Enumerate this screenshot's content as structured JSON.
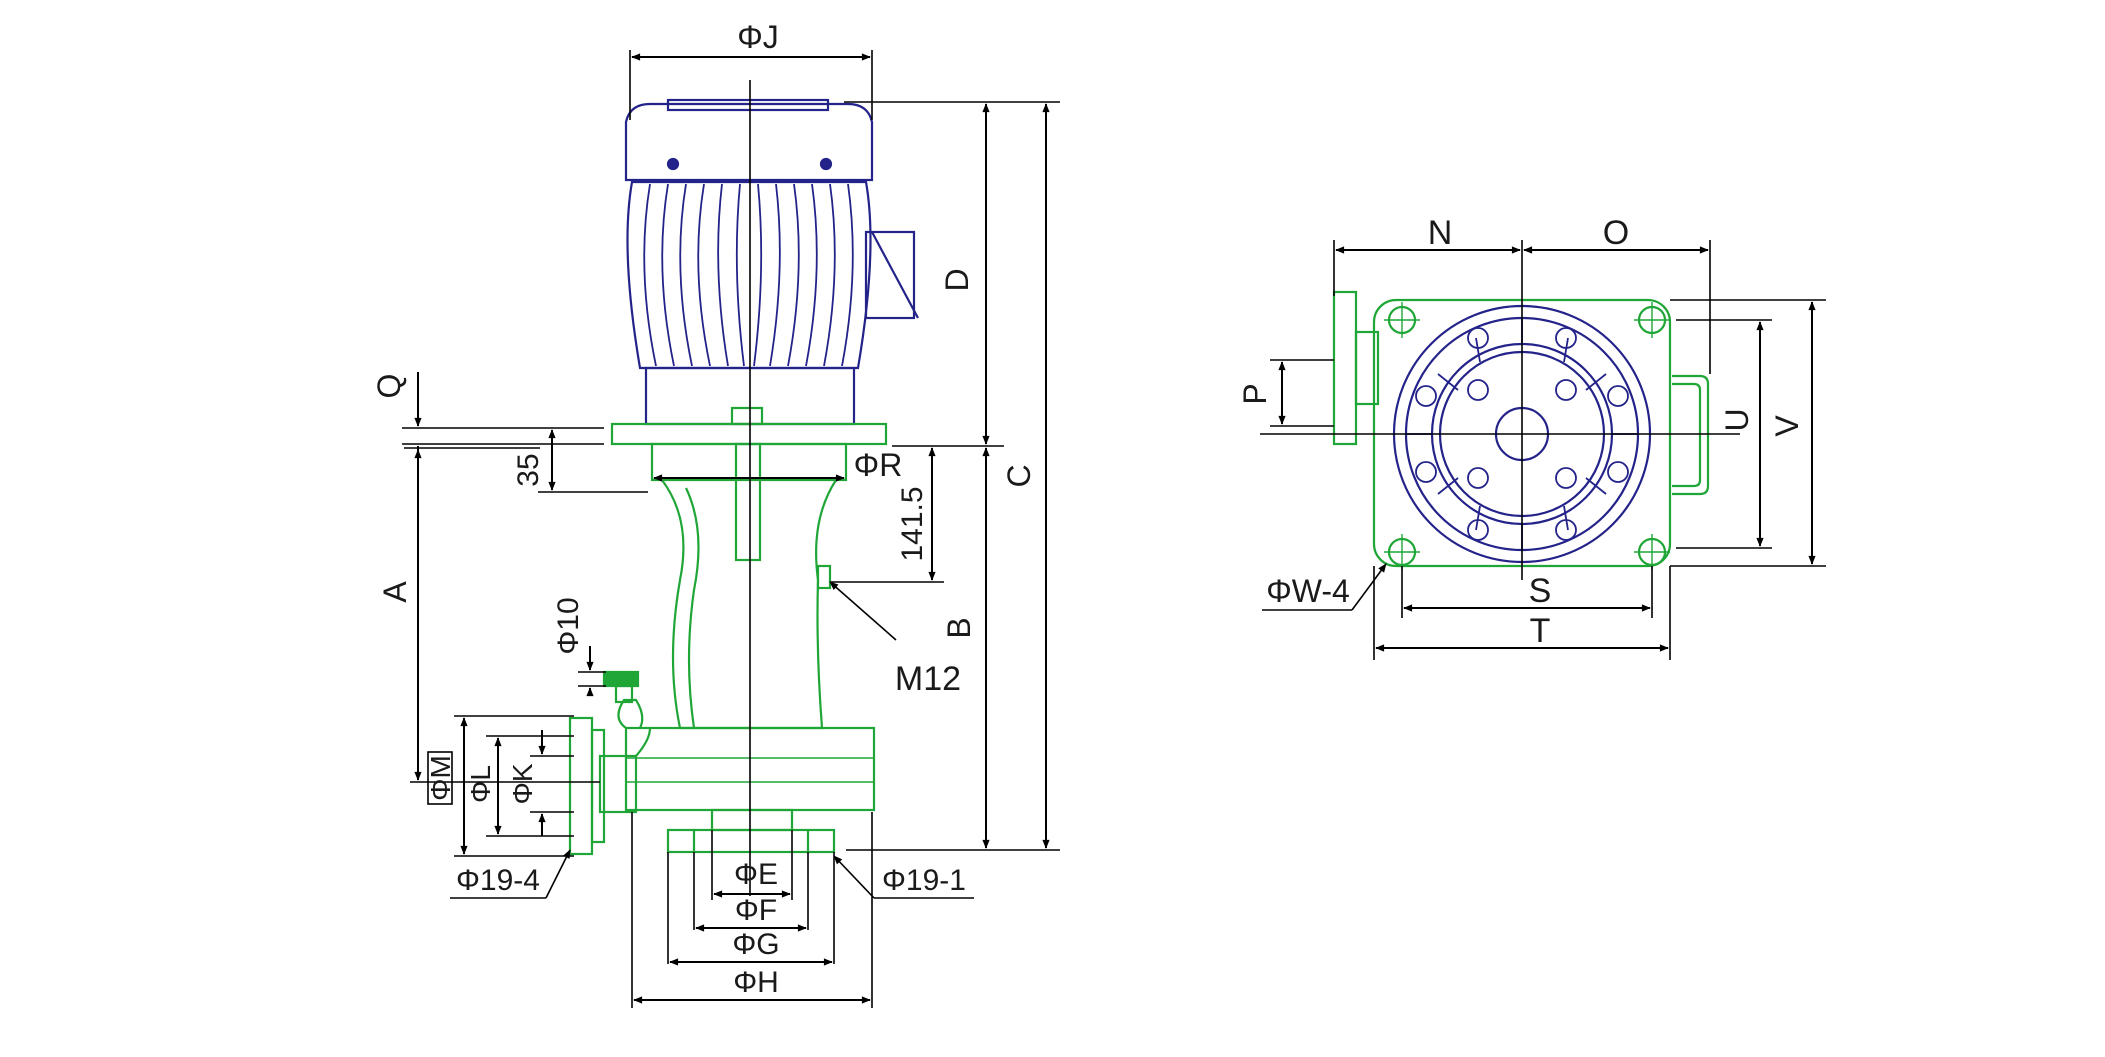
{
  "colors": {
    "motor": "#23238a",
    "pump": "#1fa637",
    "dimension": "#000000"
  },
  "labels": {
    "phi_j": "ΦJ",
    "d": "D",
    "c": "C",
    "q": "Q",
    "dim_35": "35",
    "phi_r": "ΦR",
    "dim_141_5": "141.5",
    "a": "A",
    "b": "B",
    "m12": "M12",
    "phi_10": "Φ10",
    "phi_m": "ΦM",
    "phi_l": "ΦL",
    "phi_k": "ΦK",
    "phi_19_4": "Φ19-4",
    "phi_19_1": "Φ19-1",
    "phi_e": "ΦE",
    "phi_f": "ΦF",
    "phi_g": "ΦG",
    "phi_h": "ΦH",
    "n": "N",
    "o": "O",
    "p": "P",
    "u": "U",
    "v": "V",
    "phi_w_4": "ΦW-4",
    "s": "S",
    "t": "T"
  }
}
